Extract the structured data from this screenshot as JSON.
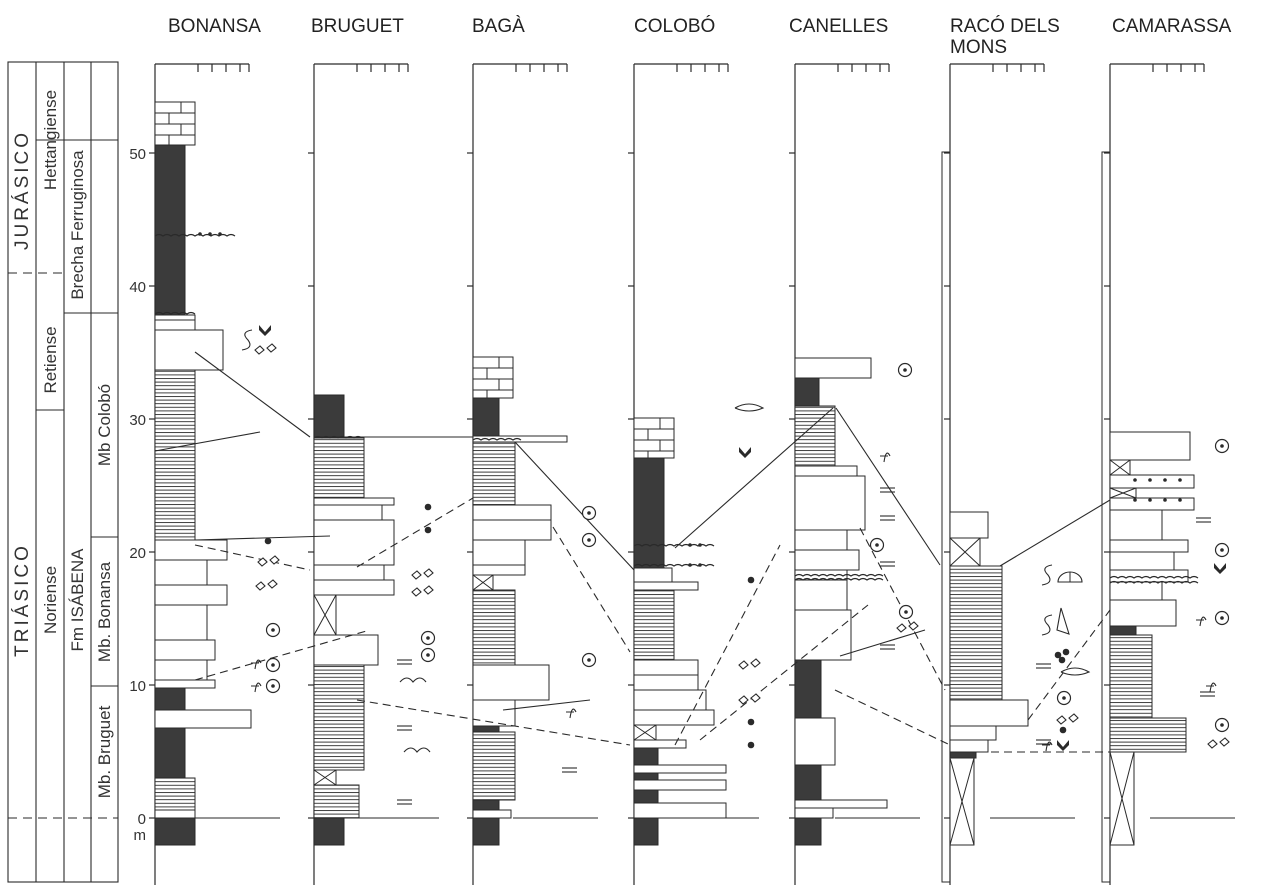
{
  "columns": [
    {
      "name": "BONANSA",
      "name2": ""
    },
    {
      "name": "BRUGUET",
      "name2": ""
    },
    {
      "name": "BAGÀ",
      "name2": ""
    },
    {
      "name": "COLOBÓ",
      "name2": ""
    },
    {
      "name": "CANELLES",
      "name2": ""
    },
    {
      "name": "RACÓ DELS",
      "name2": "MONS"
    },
    {
      "name": "CAMARASSA",
      "name2": ""
    }
  ],
  "scale": {
    "ticks": [
      "50",
      "40",
      "30",
      "20",
      "10",
      "0"
    ],
    "unit": "m"
  },
  "strat": {
    "system_upper": "JURÁSICO",
    "system_lower": "TRIÁSICO",
    "stage_hettangian": "Hettangiense",
    "stage_rhaetian": "Retiense",
    "stage_norian": "Noriense",
    "unit_brecha": "Brecha Ferruginosa",
    "unit_formation": "Fm ISÁBENA",
    "member_colobo": "Mb Colobó",
    "member_bonansa": "Mb. Bonansa",
    "member_bruguet": "Mb. Bruguet"
  },
  "colors": {
    "ink": "#2a2a2a",
    "fill_dark": "#3b3b3b"
  }
}
